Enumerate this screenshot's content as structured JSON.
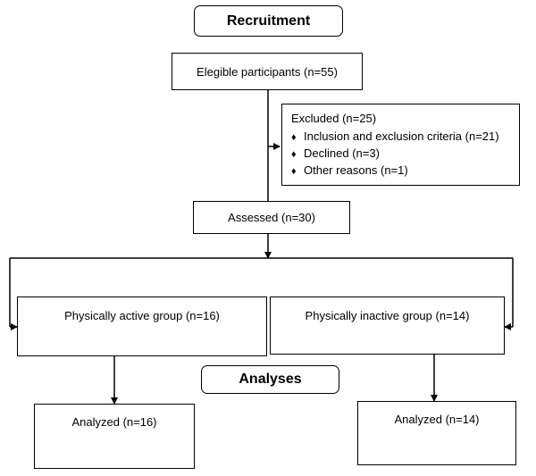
{
  "headers": {
    "recruitment": "Recruitment",
    "analyses": "Analyses"
  },
  "boxes": {
    "eligible": "Elegible participants (n=55)",
    "excluded": {
      "title": "Excluded (n=25)",
      "items": [
        "Inclusion and exclusion criteria (n=21)",
        "Declined (n=3)",
        "Other reasons (n=1)"
      ],
      "bullet": "♦"
    },
    "assessed": "Assessed (n=30)",
    "active_group": "Physically active group (n=16)",
    "inactive_group": "Physically inactive group (n=14)",
    "analyzed_active": "Analyzed (n=16)",
    "analyzed_inactive": "Analyzed (n=14)"
  }
}
